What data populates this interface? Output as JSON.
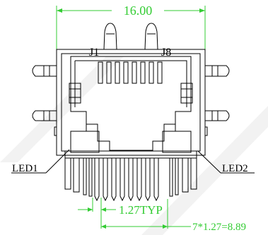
{
  "diagram": {
    "dimensions": {
      "overall_width": "16.00",
      "pin_pitch": "1.27TYP",
      "pin_span": "7*1.27=8.89"
    },
    "labels": {
      "pin_first": "J1",
      "pin_last": "J8",
      "led_left": "LED1",
      "led_right": "LED2"
    },
    "colors": {
      "outline": "#000000",
      "dimension": "#33cc33",
      "background": "#ffffff"
    }
  }
}
